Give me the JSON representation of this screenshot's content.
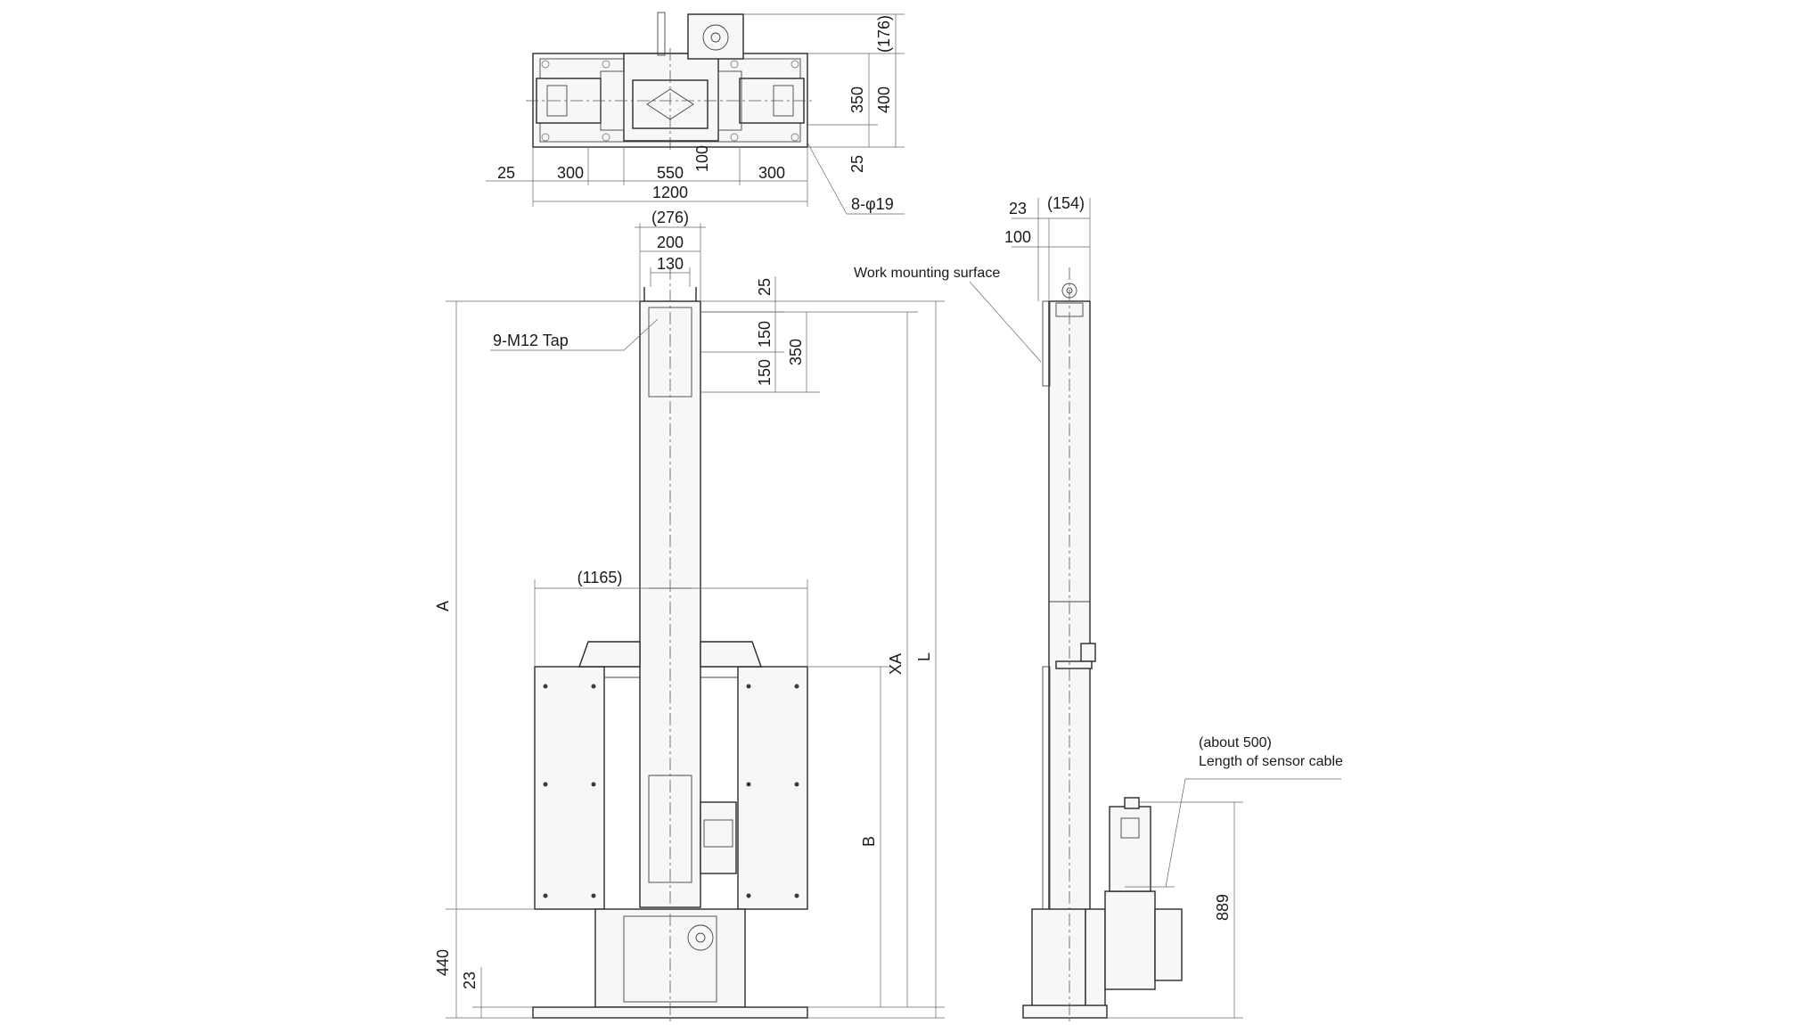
{
  "top_view": {
    "dim_176": "(176)",
    "dim_350": "350",
    "dim_400": "400",
    "dim_25_right": "25",
    "dim_100": "100",
    "dim_25_left": "25",
    "dim_300_left": "300",
    "dim_550": "550",
    "dim_300_right": "300",
    "dim_1200": "1200",
    "holes": "8-φ19"
  },
  "front_view": {
    "dim_276": "(276)",
    "dim_200": "200",
    "dim_130": "130",
    "dim_25": "25",
    "dim_150_a": "150",
    "dim_150_b": "150",
    "dim_350": "350",
    "tap": "9-M12  Tap",
    "dim_1165": "(1165)",
    "dim_A": "A",
    "dim_XA": "XA",
    "dim_L": "L",
    "dim_B": "B",
    "dim_440": "440",
    "dim_23": "23"
  },
  "side_view": {
    "dim_23": "23",
    "dim_154": "(154)",
    "dim_100": "100",
    "work_surface": "Work mounting surface",
    "cable_length": "(about 500)",
    "cable_label": "Length of sensor cable",
    "dim_889": "889"
  }
}
